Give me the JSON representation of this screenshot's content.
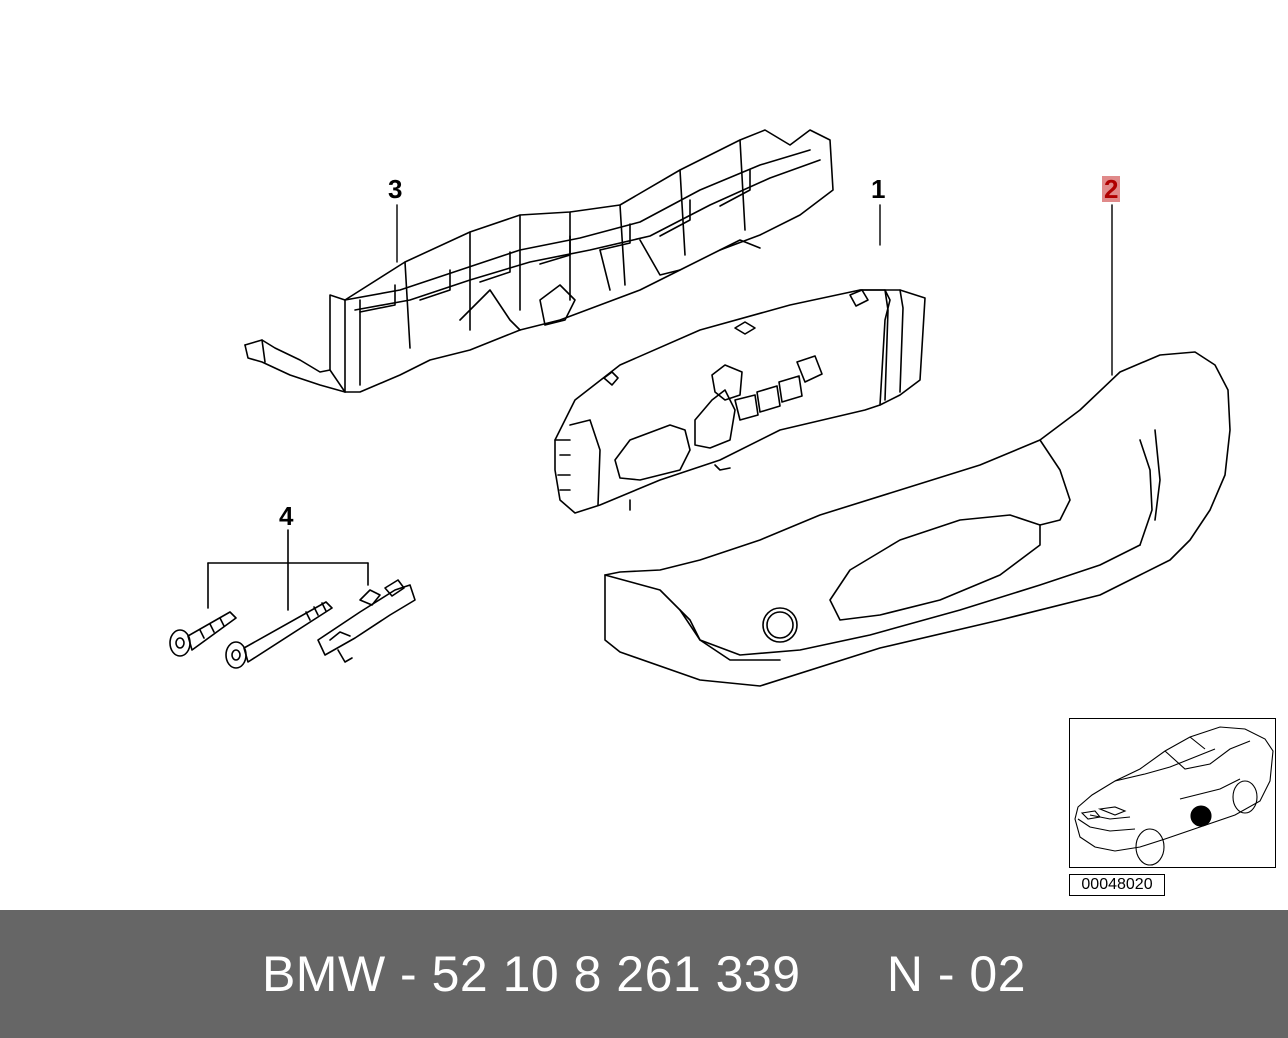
{
  "diagram": {
    "callouts": {
      "part_1": "1",
      "part_2": "2",
      "part_3": "3",
      "part_4": "4"
    },
    "diagram_code": "00048020",
    "highlight_color": "#e08a8a",
    "highlight_text_color": "#b00000"
  },
  "footer": {
    "text": "BMW - 52 10 8 261 339      N - 02",
    "background": "#666666"
  }
}
